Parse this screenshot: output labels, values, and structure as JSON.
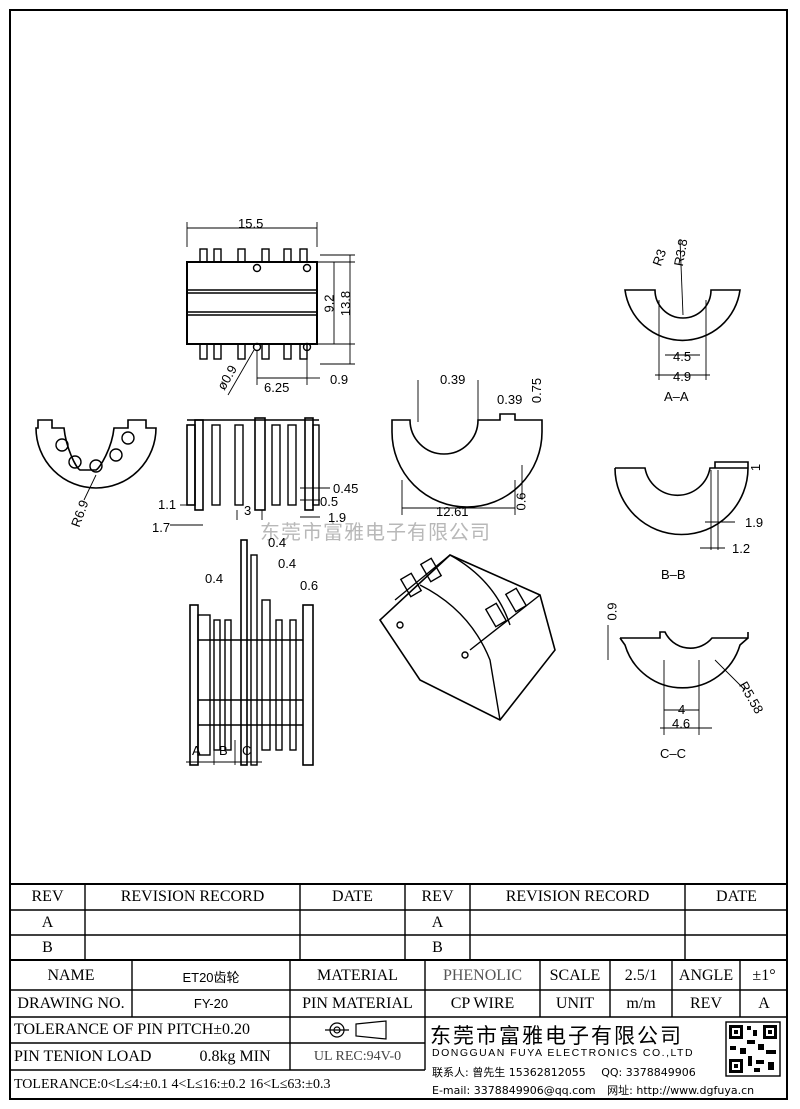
{
  "watermark": "东莞市富雅电子有限公司",
  "dims": {
    "top_width": "15.5",
    "height_92": "9.2",
    "height_138": "13.8",
    "hole": "ø0.9",
    "pitch": "6.25",
    "d09": "0.9",
    "r69": "R6.9",
    "d11": "1.1",
    "d17": "1.7",
    "d3": "3",
    "d045": "0.45",
    "d05": "0.5",
    "d19": "1.9",
    "d04a": "0.4",
    "d04b": "0.4",
    "d04c": "0.4",
    "d06": "0.6",
    "mid_039a": "0.39",
    "mid_039b": "0.39",
    "mid_075": "0.75",
    "mid_1261": "12.61",
    "mid_06": "0.6",
    "aa_r3": "R3",
    "aa_r38": "R3.8",
    "aa_45": "4.5",
    "aa_49": "4.9",
    "aa_label": "A–A",
    "bb_1": "1",
    "bb_19": "1.9",
    "bb_12": "1.2",
    "bb_label": "B–B",
    "cc_09": "0.9",
    "cc_r558": "R5.58",
    "cc_4": "4",
    "cc_46": "4.6",
    "cc_label": "C–C",
    "sec_a": "A",
    "sec_b": "B",
    "sec_c": "C"
  },
  "revision": {
    "headers": [
      "REV",
      "REVISION RECORD",
      "DATE",
      "REV",
      "REVISION RECORD",
      "DATE"
    ],
    "rows": [
      [
        "A",
        "",
        "",
        "A",
        "",
        ""
      ],
      [
        "B",
        "",
        "",
        "B",
        "",
        ""
      ]
    ]
  },
  "title_block": {
    "name_label": "NAME",
    "name_value": "ET20齿轮",
    "material_label": "MATERIAL",
    "material_value": "PHENOLIC",
    "scale_label": "SCALE",
    "scale_value": "2.5/1",
    "angle_label": "ANGLE",
    "angle_value": "±1°",
    "drawing_no_label": "DRAWING NO.",
    "drawing_no_value": "FY-20",
    "pin_material_label": "PIN MATERIAL",
    "pin_material_value": "CP WIRE",
    "unit_label": "UNIT",
    "unit_value": "m/m",
    "rev_label": "REV",
    "rev_value": "A",
    "tolerance_pitch": "TOLERANCE OF PIN PITCH±0.20",
    "pin_tension_label": "PIN TENION LOAD",
    "pin_tension_value": "0.8kg MIN",
    "ul_rec": "UL REC:94V-0",
    "tolerance_general": "TOLERANCE:0<L≤4:±0.1  4<L≤16:±0.2  16<L≤63:±0.3"
  },
  "company": {
    "name_cn": "东莞市富雅电子有限公司",
    "name_en": "DONGGUAN FUYA ELECTRONICS CO.,LTD",
    "contact_label": "联系人:",
    "contact_value": "曾先生 15362812055",
    "qq_label": "QQ:",
    "qq_value": "3378849906",
    "email_label": "E-mail:",
    "email_value": "3378849906@qq.com",
    "website_label": "网址:",
    "website_value": "http://www.dgfuya.cn"
  }
}
